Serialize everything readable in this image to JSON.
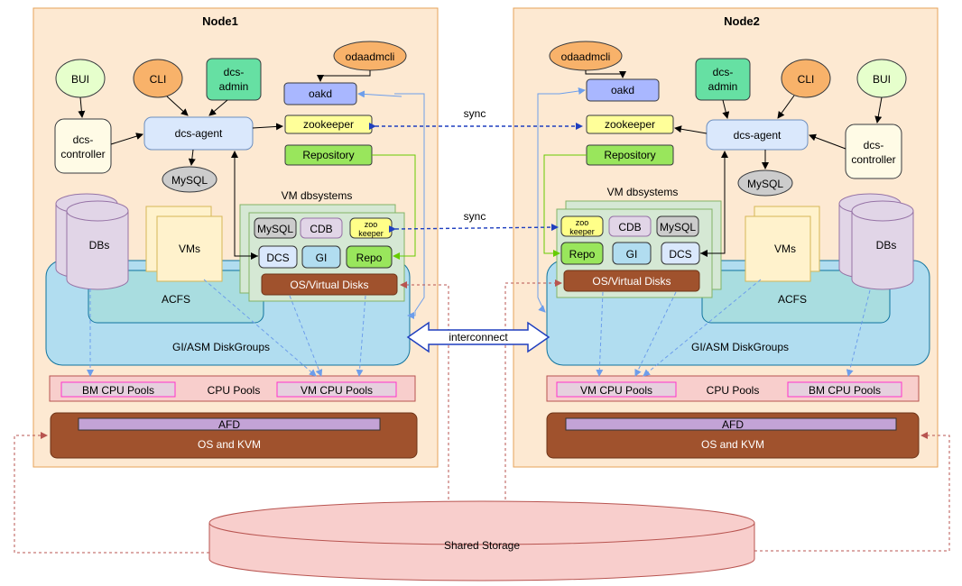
{
  "nodes": {
    "node1": {
      "title": "Node1",
      "bui": "BUI",
      "cli": "CLI",
      "dcs_admin_l1": "dcs-",
      "dcs_admin_l2": "admin",
      "odaadmcli": "odaadmcli",
      "oakd": "oakd",
      "zookeeper": "zookeeper",
      "repository": "Repository",
      "dcs_agent": "dcs-agent",
      "dcs_controller_l1": "dcs-",
      "dcs_controller_l2": "controller",
      "mysql": "MySQL",
      "dbs": "DBs",
      "vms": "VMs",
      "acfs": "ACFS",
      "gi_asm": "GI/ASM  DiskGroups",
      "vm_dbsystems": "VM dbsystems",
      "vm_mysql": "MySQL",
      "vm_cdb": "CDB",
      "vm_zoo_l1": "zoo",
      "vm_zoo_l2": "keeper",
      "vm_dcs": "DCS",
      "vm_gi": "GI",
      "vm_repo": "Repo",
      "os_virtual_disks": "OS/Virtual Disks",
      "bm_cpu_pools": "BM CPU Pools",
      "cpu_pools": "CPU Pools",
      "vm_cpu_pools": "VM CPU Pools",
      "afd": "AFD",
      "os_kvm": "OS and KVM"
    },
    "node2": {
      "title": "Node2",
      "bui": "BUI",
      "cli": "CLI",
      "dcs_admin_l1": "dcs-",
      "dcs_admin_l2": "admin",
      "odaadmcli": "odaadmcli",
      "oakd": "oakd",
      "zookeeper": "zookeeper",
      "repository": "Repository",
      "dcs_agent": "dcs-agent",
      "dcs_controller_l1": "dcs-",
      "dcs_controller_l2": "controller",
      "mysql": "MySQL",
      "dbs": "DBs",
      "vms": "VMs",
      "acfs": "ACFS",
      "gi_asm": "GI/ASM  DiskGroups",
      "vm_dbsystems": "VM dbsystems",
      "vm_mysql": "MySQL",
      "vm_cdb": "CDB",
      "vm_zoo_l1": "zoo",
      "vm_zoo_l2": "keeper",
      "vm_dcs": "DCS",
      "vm_gi": "GI",
      "vm_repo": "Repo",
      "os_virtual_disks": "OS/Virtual Disks",
      "bm_cpu_pools": "BM CPU Pools",
      "cpu_pools": "CPU Pools",
      "vm_cpu_pools": "VM CPU Pools",
      "afd": "AFD",
      "os_kvm": "OS and KVM"
    }
  },
  "links": {
    "sync_top": "sync",
    "sync_mid": "sync",
    "interconnect": "interconnect"
  },
  "shared_storage": "Shared Storage"
}
